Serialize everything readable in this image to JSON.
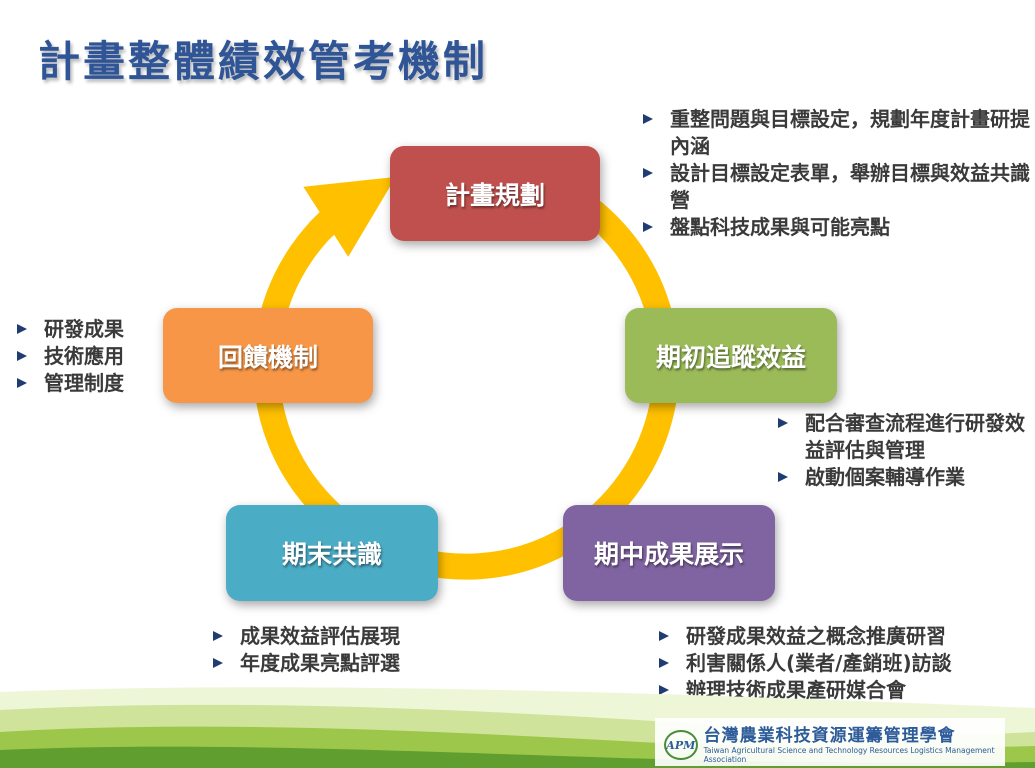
{
  "title": "計畫整體績效管考機制",
  "nodes": {
    "plan": {
      "label": "計畫規劃",
      "color": "#c0504d"
    },
    "early": {
      "label": "期初追蹤效益",
      "color": "#9bbb59"
    },
    "mid": {
      "label": "期中成果展示",
      "color": "#8064a2"
    },
    "end": {
      "label": "期末共識",
      "color": "#4bacc6"
    },
    "feedback": {
      "label": "回饋機制",
      "color": "#f79646"
    }
  },
  "cycle_color": "#ffc000",
  "bullets": {
    "plan": [
      "重整問題與目標設定，規劃年度計畫研提內涵",
      "設計目標設定表單，舉辦目標與效益共識營",
      "盤點科技成果與可能亮點"
    ],
    "early": [
      "配合審查流程進行研發效益評估與管理",
      "啟動個案輔導作業"
    ],
    "mid": [
      "研發成果效益之概念推廣研習",
      "利害關係人(業者/產銷班)訪談",
      "辦理技術成果產研媒合會"
    ],
    "end": [
      "成果效益評估展現",
      "年度成果亮點評選"
    ],
    "feedback": [
      "研發成果",
      "技術應用",
      "管理制度"
    ]
  },
  "logo": {
    "mark": "APM",
    "name_cn": "台灣農業科技資源運籌管理學會",
    "name_en": "Taiwan Agricultural Science and Technology Resources Logistics Management Association"
  }
}
